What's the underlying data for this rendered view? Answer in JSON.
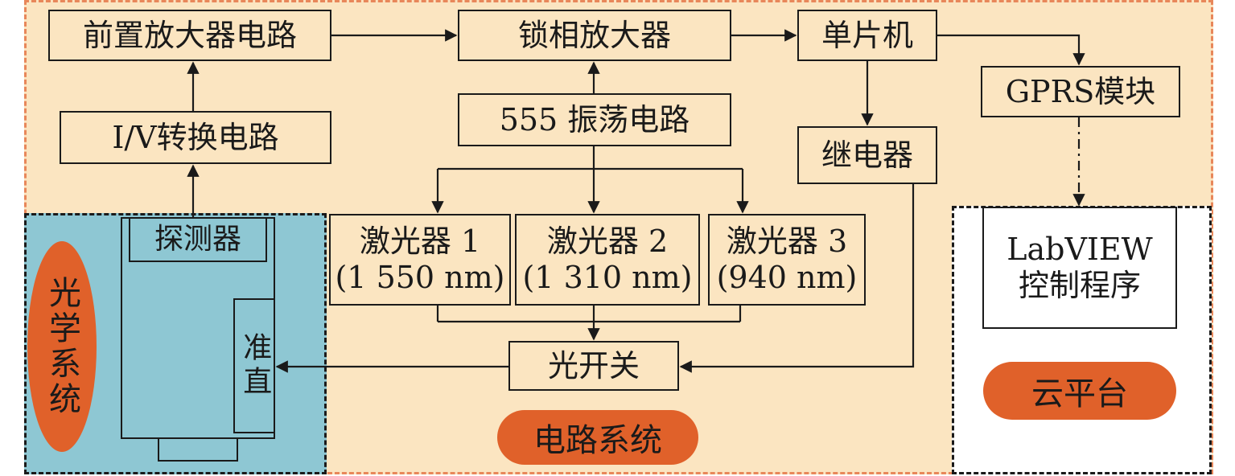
{
  "regions": {
    "circuit_label": "电路系统",
    "optical_label": "光学系统",
    "cloud_label": "云平台"
  },
  "nodes": {
    "preamp": "前置放大器电路",
    "iv": "I/V转换电路",
    "lockin": "锁相放大器",
    "osc": "555 振荡电路",
    "mcu": "单片机",
    "relay": "继电器",
    "gprs": "GPRS模块",
    "labview_line1": "LabVIEW",
    "labview_line2": "控制程序",
    "laser1_line1": "激光器 1",
    "laser1_line2": "(1 550 nm)",
    "laser2_line1": "激光器 2",
    "laser2_line2": "(1 310 nm)",
    "laser3_line1": "激光器 3",
    "laser3_line2": "(940 nm)",
    "optical_switch": "光开关",
    "detector": "探测器",
    "collimator": "准直"
  },
  "colors": {
    "circuit_bg": "#fbe5c1",
    "circuit_border": "#e8875a",
    "optical_bg": "#8ec7d3",
    "label_fill": "#e0612a",
    "line": "#1a1a1a"
  }
}
